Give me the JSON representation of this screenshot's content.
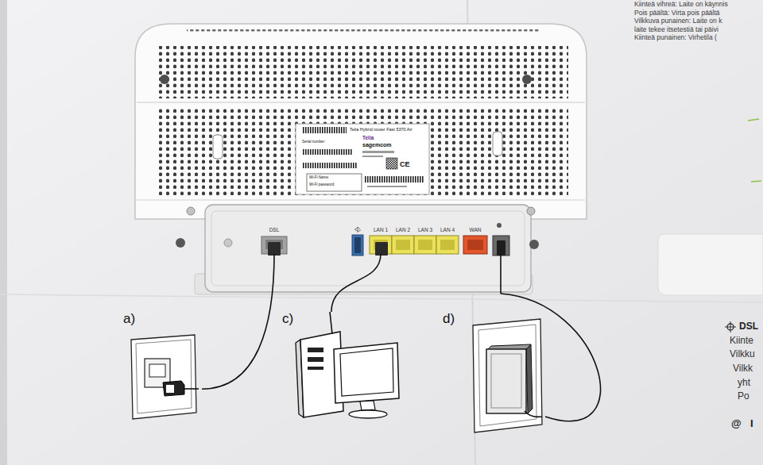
{
  "diagram": {
    "nodes": [
      {
        "text": [
          "Telia Hybrid router Fast 5370 Air",
          "Telia",
          "sagemcom"
        ]
      },
      {
        "text": [
          "DSL"
        ],
        "in": 0
      },
      {
        "text": [
          "LAN 1"
        ],
        "in": 0
      },
      {
        "text": [
          "LAN 2"
        ],
        "in": 0
      },
      {
        "text": [
          "LAN 3"
        ],
        "in": 0
      },
      {
        "text": [
          "LAN 4"
        ],
        "in": 0
      },
      {
        "text": [
          "WAN"
        ],
        "in": 0
      },
      {
        "text": [
          "a)"
        ]
      },
      {
        "text": [
          "c)"
        ]
      },
      {
        "text": [
          "d)"
        ]
      }
    ],
    "edges": [
      {
        "from": 1,
        "to": 7,
        "arrow": "none"
      },
      {
        "from": 2,
        "to": 8,
        "arrow": "none"
      },
      {
        "from": 0,
        "to": 9,
        "arrow": "none"
      }
    ],
    "labels": [
      "Serial number:",
      "Wi-Fi Name:",
      "Wi-Fi password:",
      "CE",
      "Kiinteä vihreä: Laite on käynnis",
      "Pois päältä: Virta pois päältä",
      "Vilkkuva punainen: Laite on k",
      "laite tekee itsetestiä tai päivi",
      "Kiinteä punainen: Virhetila (",
      "DSL",
      "Kiinte",
      "Vilkku",
      "Vilkk",
      "yht",
      "Po",
      "@",
      "I"
    ]
  }
}
